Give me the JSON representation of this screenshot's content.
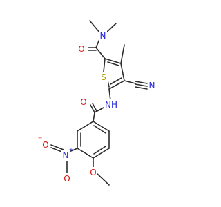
{
  "molecule": {
    "colors": {
      "carbon": "#2b2b2b",
      "nitrogen": "#2222dd",
      "oxygen": "#dd1111",
      "sulfur": "#b3a000"
    },
    "atoms": [
      {
        "id": "O1",
        "element": "oxygen",
        "label": "O"
      },
      {
        "id": "N1",
        "element": "nitrogen",
        "label": "N"
      },
      {
        "id": "S1",
        "element": "sulfur",
        "label": "S"
      },
      {
        "id": "N2",
        "element": "nitrogen",
        "label": "N"
      },
      {
        "id": "NH",
        "element": "nitrogen",
        "label": "NH"
      },
      {
        "id": "O2",
        "element": "oxygen",
        "label": "O"
      },
      {
        "id": "N3",
        "element": "nitrogen",
        "label": "N"
      },
      {
        "id": "N3plus",
        "element": "nitrogen",
        "label": "+"
      },
      {
        "id": "O3",
        "element": "oxygen",
        "label": "O"
      },
      {
        "id": "O3minus",
        "element": "oxygen",
        "label": "−"
      },
      {
        "id": "O4",
        "element": "oxygen",
        "label": "O"
      },
      {
        "id": "O5",
        "element": "oxygen",
        "label": "O"
      }
    ]
  }
}
